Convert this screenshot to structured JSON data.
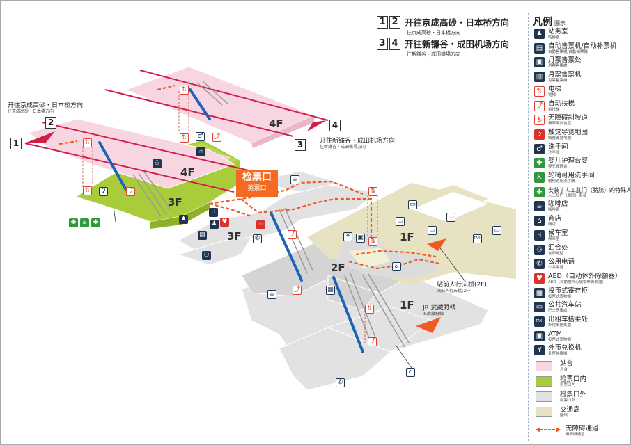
{
  "directions_top": [
    {
      "nums": [
        "1",
        "2"
      ],
      "main": "开往京成高砂・日本桥方向",
      "sub": "往京成高砂・日本橋方向"
    },
    {
      "nums": [
        "3",
        "4"
      ],
      "main": "开往新镰谷・成田机场方向",
      "sub": "往新鎌谷・成田機場方向"
    }
  ],
  "map_labels": {
    "left_direction_main": "开往京成高砂・日本桥方向",
    "left_direction_sub": "往京成高砂・日本橋方向",
    "right_direction_main": "开往新镰谷・成田机场方向",
    "right_direction_sub": "往新鎌谷・成田機場方向",
    "gate_main": "检票口",
    "gate_sub": "剪票口",
    "bridge_main": "站前人行天桥(2F)",
    "bridge_sub": "站前人行天橋(2F)",
    "jr_main": "JR 武藏野线",
    "jr_sub": "JR武藏野線"
  },
  "floors": [
    "4F",
    "4F",
    "3F",
    "3F",
    "2F",
    "1F",
    "1F"
  ],
  "platforms": [
    "1",
    "2",
    "3",
    "4"
  ],
  "legend": {
    "title": "凡例",
    "title_sub": "圖示",
    "items": [
      {
        "icon": "station-office-icon",
        "glyph": "♟",
        "style": "dark",
        "main": "站务室",
        "sub": "站務室"
      },
      {
        "icon": "ticket-machine-icon",
        "glyph": "▤",
        "style": "dark",
        "main": "自动售票机/自动补票机",
        "sub": "自動售票機/自動補票機"
      },
      {
        "icon": "commuter-pass-office-icon",
        "glyph": "▣",
        "style": "dark",
        "main": "月票售票处",
        "sub": "月票售票處"
      },
      {
        "icon": "commuter-pass-machine-icon",
        "glyph": "▥",
        "style": "dark",
        "main": "月票售票机",
        "sub": "月票售票機"
      },
      {
        "icon": "elevator-icon",
        "glyph": "⇅",
        "style": "red",
        "main": "电梯",
        "sub": "電梯"
      },
      {
        "icon": "escalator-icon",
        "glyph": "⤴",
        "style": "red",
        "main": "自动扶梯",
        "sub": "電扶梯"
      },
      {
        "icon": "slope-icon",
        "glyph": "♿",
        "style": "red",
        "main": "无障碍斜坡道",
        "sub": "無障礙斜坡道"
      },
      {
        "icon": "tactile-map-icon",
        "glyph": "⁘",
        "style": "redfill",
        "main": "触觉导览地图",
        "sub": "觸覺導覽地圖"
      },
      {
        "icon": "restroom-icon",
        "glyph": "♂",
        "style": "dark",
        "main": "洗手间",
        "sub": "洗手間"
      },
      {
        "icon": "baby-changing-icon",
        "glyph": "✚",
        "style": "green",
        "main": "婴儿护理台婴",
        "sub": "嬰兒護理台"
      },
      {
        "icon": "wheelchair-restroom-icon",
        "glyph": "♿",
        "style": "green",
        "main": "轮椅可用洗手间",
        "sub": "輪椅適用洗手間"
      },
      {
        "icon": "ostomy-restroom-icon",
        "glyph": "✚",
        "style": "green",
        "main": "安装了人工肛门（膀胱）的特殊人群",
        "sub": "人工肛門（膀胱）患者"
      },
      {
        "icon": "coffee-shop-icon",
        "glyph": "☕",
        "style": "dark",
        "main": "咖啡店",
        "sub": "咖啡廳"
      },
      {
        "icon": "shop-icon",
        "glyph": "⌂",
        "style": "dark",
        "main": "商店",
        "sub": "商店"
      },
      {
        "icon": "waiting-room-icon",
        "glyph": "⑁",
        "style": "dark",
        "main": "候车室",
        "sub": "候車室"
      },
      {
        "icon": "meeting-point-icon",
        "glyph": "⚇",
        "style": "dark",
        "main": "汇合处",
        "sub": "會面地點"
      },
      {
        "icon": "public-phone-icon",
        "glyph": "✆",
        "style": "dark",
        "main": "公用电话",
        "sub": "公共電話"
      },
      {
        "icon": "aed-icon",
        "glyph": "♥",
        "style": "redfill",
        "main": "AED（自动体外除颤器）",
        "sub": "AED（自動體外心臟電擊去顫器）"
      },
      {
        "icon": "coin-locker-icon",
        "glyph": "▦",
        "style": "dark",
        "main": "投币式寄存柜",
        "sub": "投幣式寄物櫃"
      },
      {
        "icon": "bus-stop-icon",
        "glyph": "▭",
        "style": "dark",
        "main": "公共汽车站",
        "sub": "巴士搭車處"
      },
      {
        "icon": "taxi-stand-icon",
        "glyph": "TAXI",
        "style": "dark",
        "main": "出租车搭乘处",
        "sub": "計程車搭乘處"
      },
      {
        "icon": "atm-icon",
        "glyph": "▣",
        "style": "dark",
        "main": "ATM",
        "sub": "投幣式寄物櫃"
      },
      {
        "icon": "currency-exchange-icon",
        "glyph": "¥",
        "style": "dark",
        "main": "外币兑换机",
        "sub": "外幣兌換機"
      }
    ],
    "areas": [
      {
        "color": "#f8d6e1",
        "main": "站台",
        "sub": "月台"
      },
      {
        "color": "#a8cc3a",
        "main": "检票口内",
        "sub": "剪票口內"
      },
      {
        "color": "#e2e2e2",
        "main": "检票口外",
        "sub": "剪票口外"
      },
      {
        "color": "#e6e2c2",
        "main": "交通岛",
        "sub": "圓環"
      }
    ],
    "barrier_free": {
      "main": "无障碍通道",
      "sub": "無障礙通道",
      "color": "#f05a22"
    }
  },
  "colors": {
    "platform": "#f8d6e1",
    "inside_gate": "#a8cc3a",
    "outside_gate": "#e2e2e2",
    "traffic_island": "#e6e2c2",
    "gate_orange": "#f36b22",
    "track_red": "#d0204a",
    "escalator_blue": "#1f63b8",
    "icon_navy": "#1f3550"
  }
}
